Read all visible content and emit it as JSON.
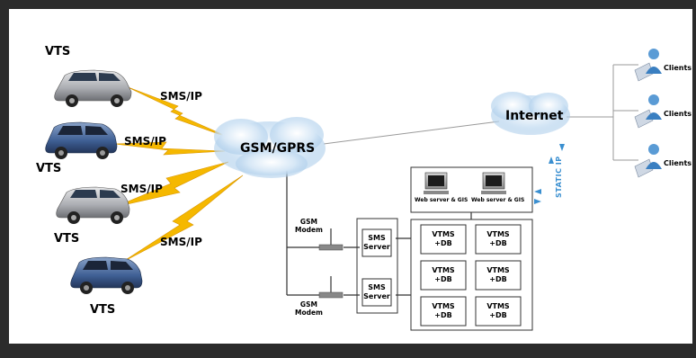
{
  "vehicles": [
    {
      "label": "VTS",
      "link": "SMS/IP"
    },
    {
      "label": "VTS",
      "link": "SMS/IP"
    },
    {
      "label": "VTS",
      "link": "SMS/IP"
    },
    {
      "label": "VTS",
      "link": "SMS/IP"
    }
  ],
  "gsm_cloud": "GSM/GPRS",
  "internet_cloud": "Internet",
  "clients": [
    "Clients",
    "Clients",
    "Clients"
  ],
  "modems": [
    "GSM\nModem",
    "GSM\nModem"
  ],
  "sms_servers": [
    "SMS\nServer",
    "SMS\nServer"
  ],
  "web_servers": [
    "Web server & GIS",
    "Web server & GIS"
  ],
  "static_ip": "STATIC IP",
  "vtms": [
    "VTMS\n+DB",
    "VTMS\n+DB",
    "VTMS\n+DB",
    "VTMS\n+DB",
    "VTMS\n+DB",
    "VTMS\n+DB"
  ],
  "colors": {
    "lightning": "#f5b800",
    "cloud": "#b9d5ee",
    "accent": "#3a8fd0"
  }
}
